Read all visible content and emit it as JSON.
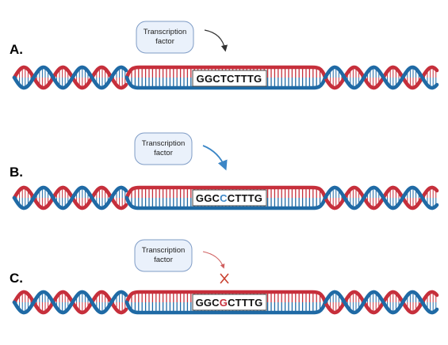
{
  "colors": {
    "strand_red": "#c62f3b",
    "strand_blue": "#1f6aa5",
    "tf_fill": "#eaf1fb",
    "tf_stroke": "#7f9cc6",
    "arrow_black": "#333333",
    "arrow_blue": "#3b86c6",
    "arrow_red": "#d06060",
    "x_mark": "#c9402f"
  },
  "panels": [
    {
      "label": "A.",
      "tf_label_line1": "Transcription",
      "tf_label_line2": "factor",
      "arrow_style": "black",
      "blocked": false,
      "seq_before": "GGC",
      "seq_mid": "T",
      "seq_after": "CTTTG",
      "mid_color": "#111111"
    },
    {
      "label": "B.",
      "tf_label_line1": "Transcription",
      "tf_label_line2": "factor",
      "arrow_style": "blue",
      "blocked": false,
      "seq_before": "GGC",
      "seq_mid": "C",
      "seq_after": "CTTTG",
      "mid_color": "#3b86c6"
    },
    {
      "label": "C.",
      "tf_label_line1": "Transcription",
      "tf_label_line2": "factor",
      "arrow_style": "red",
      "blocked": true,
      "seq_before": "GGC",
      "seq_mid": "G",
      "seq_after": "CTTTG",
      "mid_color": "#c62f3b"
    }
  ]
}
